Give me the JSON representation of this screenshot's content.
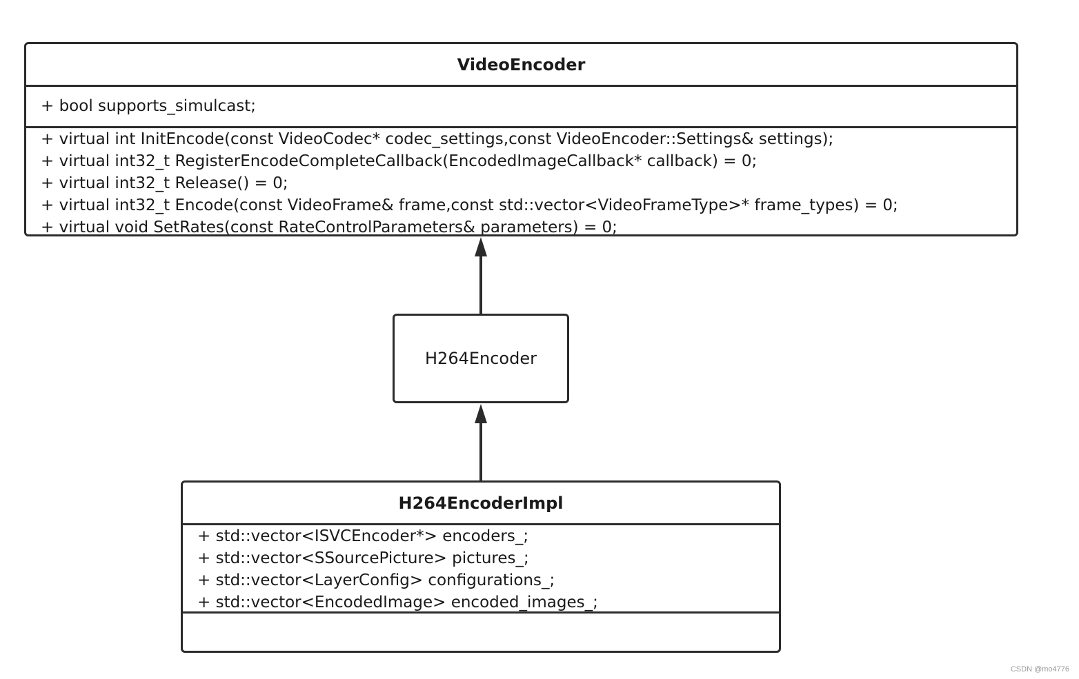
{
  "classes": {
    "video_encoder": {
      "name": "VideoEncoder",
      "attributes": [
        "+ bool supports_simulcast;"
      ],
      "methods": [
        "+ virtual int InitEncode(const VideoCodec* codec_settings,const VideoEncoder::Settings& settings);",
        "+ virtual int32_t RegisterEncodeCompleteCallback(EncodedImageCallback* callback) = 0;",
        "+ virtual int32_t Release() = 0;",
        "+ virtual int32_t Encode(const VideoFrame& frame,const std::vector<VideoFrameType>* frame_types) = 0;",
        "+ virtual void SetRates(const RateControlParameters& parameters) = 0;"
      ]
    },
    "h264_encoder": {
      "name": "H264Encoder"
    },
    "h264_encoder_impl": {
      "name": "H264EncoderImpl",
      "attributes": [
        "+ std::vector<ISVCEncoder*> encoders_;",
        "+ std::vector<SSourcePicture> pictures_;",
        "+ std::vector<LayerConfig> configurations_;",
        "+ std::vector<EncodedImage> encoded_images_;"
      ],
      "methods": []
    }
  },
  "relations": [
    {
      "from": "H264Encoder",
      "to": "VideoEncoder",
      "type": "inheritance"
    },
    {
      "from": "H264EncoderImpl",
      "to": "H264Encoder",
      "type": "inheritance"
    }
  ],
  "colors": {
    "stroke": "#2b2b2b",
    "text": "#1a1a1a",
    "watermark": "#9a9a9a"
  },
  "watermark": "CSDN @mo4776"
}
